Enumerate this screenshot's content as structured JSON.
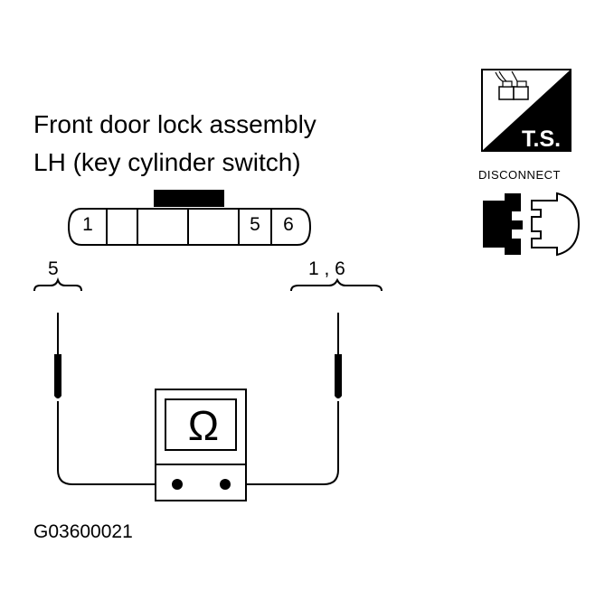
{
  "title": {
    "line1": "Front door lock assembly",
    "line2": "LH (key cylinder switch)"
  },
  "connector": {
    "pins": [
      "1",
      "5",
      "6"
    ]
  },
  "probes": {
    "left_label": "5",
    "right_label": "1 , 6"
  },
  "meter": {
    "symbol": "Ω",
    "icon": "ohmmeter-icon"
  },
  "badges": {
    "ts_label": "T.S.",
    "disconnect_label": "DISCONNECT",
    "ts_icon": "harness-connector-icon",
    "disconnect_icon": "disconnected-connector-icon"
  },
  "figure_id": "G03600021"
}
